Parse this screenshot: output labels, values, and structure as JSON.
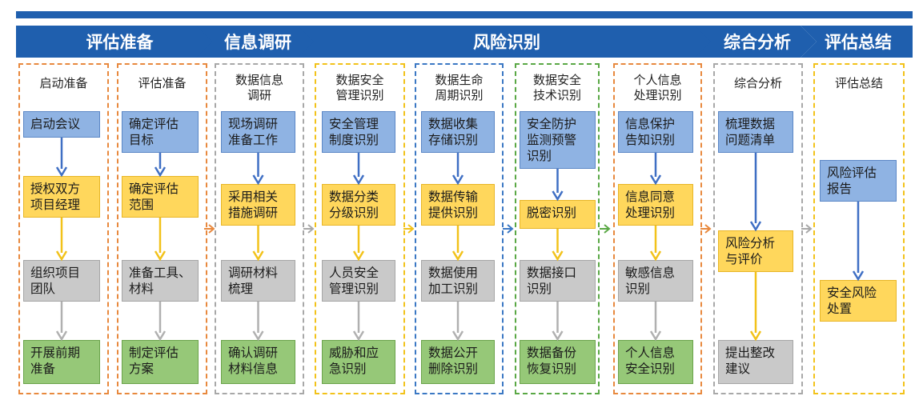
{
  "phases": [
    {
      "label": "评估准备"
    },
    {
      "label": "信息调研"
    },
    {
      "label": "风险识别"
    },
    {
      "label": "综合分析"
    },
    {
      "label": "评估总结"
    }
  ],
  "columns": [
    {
      "title": "启动准备",
      "boxes": [
        {
          "text": "启动会议",
          "color": "blue"
        },
        {
          "text": "授权双方\n项目经理",
          "color": "yellow"
        },
        {
          "text": "组织项目\n团队",
          "color": "gray"
        },
        {
          "text": "开展前期\n准备",
          "color": "green"
        }
      ]
    },
    {
      "title": "评估准备",
      "boxes": [
        {
          "text": "确定评估\n目标",
          "color": "blue"
        },
        {
          "text": "确定评估\n范围",
          "color": "yellow"
        },
        {
          "text": "准备工具、\n材料",
          "color": "gray"
        },
        {
          "text": "制定评估\n方案",
          "color": "green"
        }
      ]
    },
    {
      "title": "数据信息\n调研",
      "boxes": [
        {
          "text": "现场调研\n准备工作",
          "color": "blue"
        },
        {
          "text": "采用相关\n措施调研",
          "color": "yellow"
        },
        {
          "text": "调研材料\n梳理",
          "color": "gray"
        },
        {
          "text": "确认调研\n材料信息",
          "color": "green"
        }
      ]
    },
    {
      "title": "数据安全\n管理识别",
      "boxes": [
        {
          "text": "安全管理\n制度识别",
          "color": "blue"
        },
        {
          "text": "数据分类\n分级识别",
          "color": "yellow"
        },
        {
          "text": "人员安全\n管理识别",
          "color": "gray"
        },
        {
          "text": "威胁和应\n急识别",
          "color": "green"
        }
      ]
    },
    {
      "title": "数据生命\n周期识别",
      "boxes": [
        {
          "text": "数据收集\n存储识别",
          "color": "blue"
        },
        {
          "text": "数据传输\n提供识别",
          "color": "yellow"
        },
        {
          "text": "数据使用\n加工识别",
          "color": "gray"
        },
        {
          "text": "数据公开\n删除识别",
          "color": "green"
        }
      ]
    },
    {
      "title": "数据安全\n技术识别",
      "boxes": [
        {
          "text": "安全防护\n监测预警\n识别",
          "color": "blue"
        },
        {
          "text": "脱密识别",
          "color": "yellow"
        },
        {
          "text": "数据接口\n识别",
          "color": "gray"
        },
        {
          "text": "数据备份\n恢复识别",
          "color": "green"
        }
      ]
    },
    {
      "title": "个人信息\n处理识别",
      "boxes": [
        {
          "text": "信息保护\n告知识别",
          "color": "blue"
        },
        {
          "text": "信息同意\n处理识别",
          "color": "yellow"
        },
        {
          "text": "敏感信息\n识别",
          "color": "gray"
        },
        {
          "text": "个人信息\n安全识别",
          "color": "green"
        }
      ]
    },
    {
      "title": "综合分析",
      "boxes": [
        {
          "text": "梳理数据\n问题清单",
          "color": "blue"
        },
        {
          "text": "风险分析\n与评价",
          "color": "yellow"
        },
        {
          "text": "提出整改\n建议",
          "color": "gray"
        }
      ]
    },
    {
      "title": "评估总结",
      "boxes": [
        {
          "text": "风险评估\n报告",
          "color": "blue"
        },
        {
          "text": "安全风险\n处置",
          "color": "yellow"
        }
      ]
    }
  ],
  "colors": {
    "banner": "#1f5fae",
    "blue": "#8fb3e3",
    "yellow": "#ffd75c",
    "gray": "#c9c9c9",
    "green": "#96c878",
    "border_orange": "#e8893e",
    "border_gray": "#a8a8a8",
    "border_yellow": "#f2c21a",
    "border_blue": "#3b78c4",
    "border_green": "#5aa845",
    "arrow_blue": "#3f6fc4",
    "arrow_yellow": "#f2c21a",
    "arrow_gray": "#b0b0b0"
  }
}
